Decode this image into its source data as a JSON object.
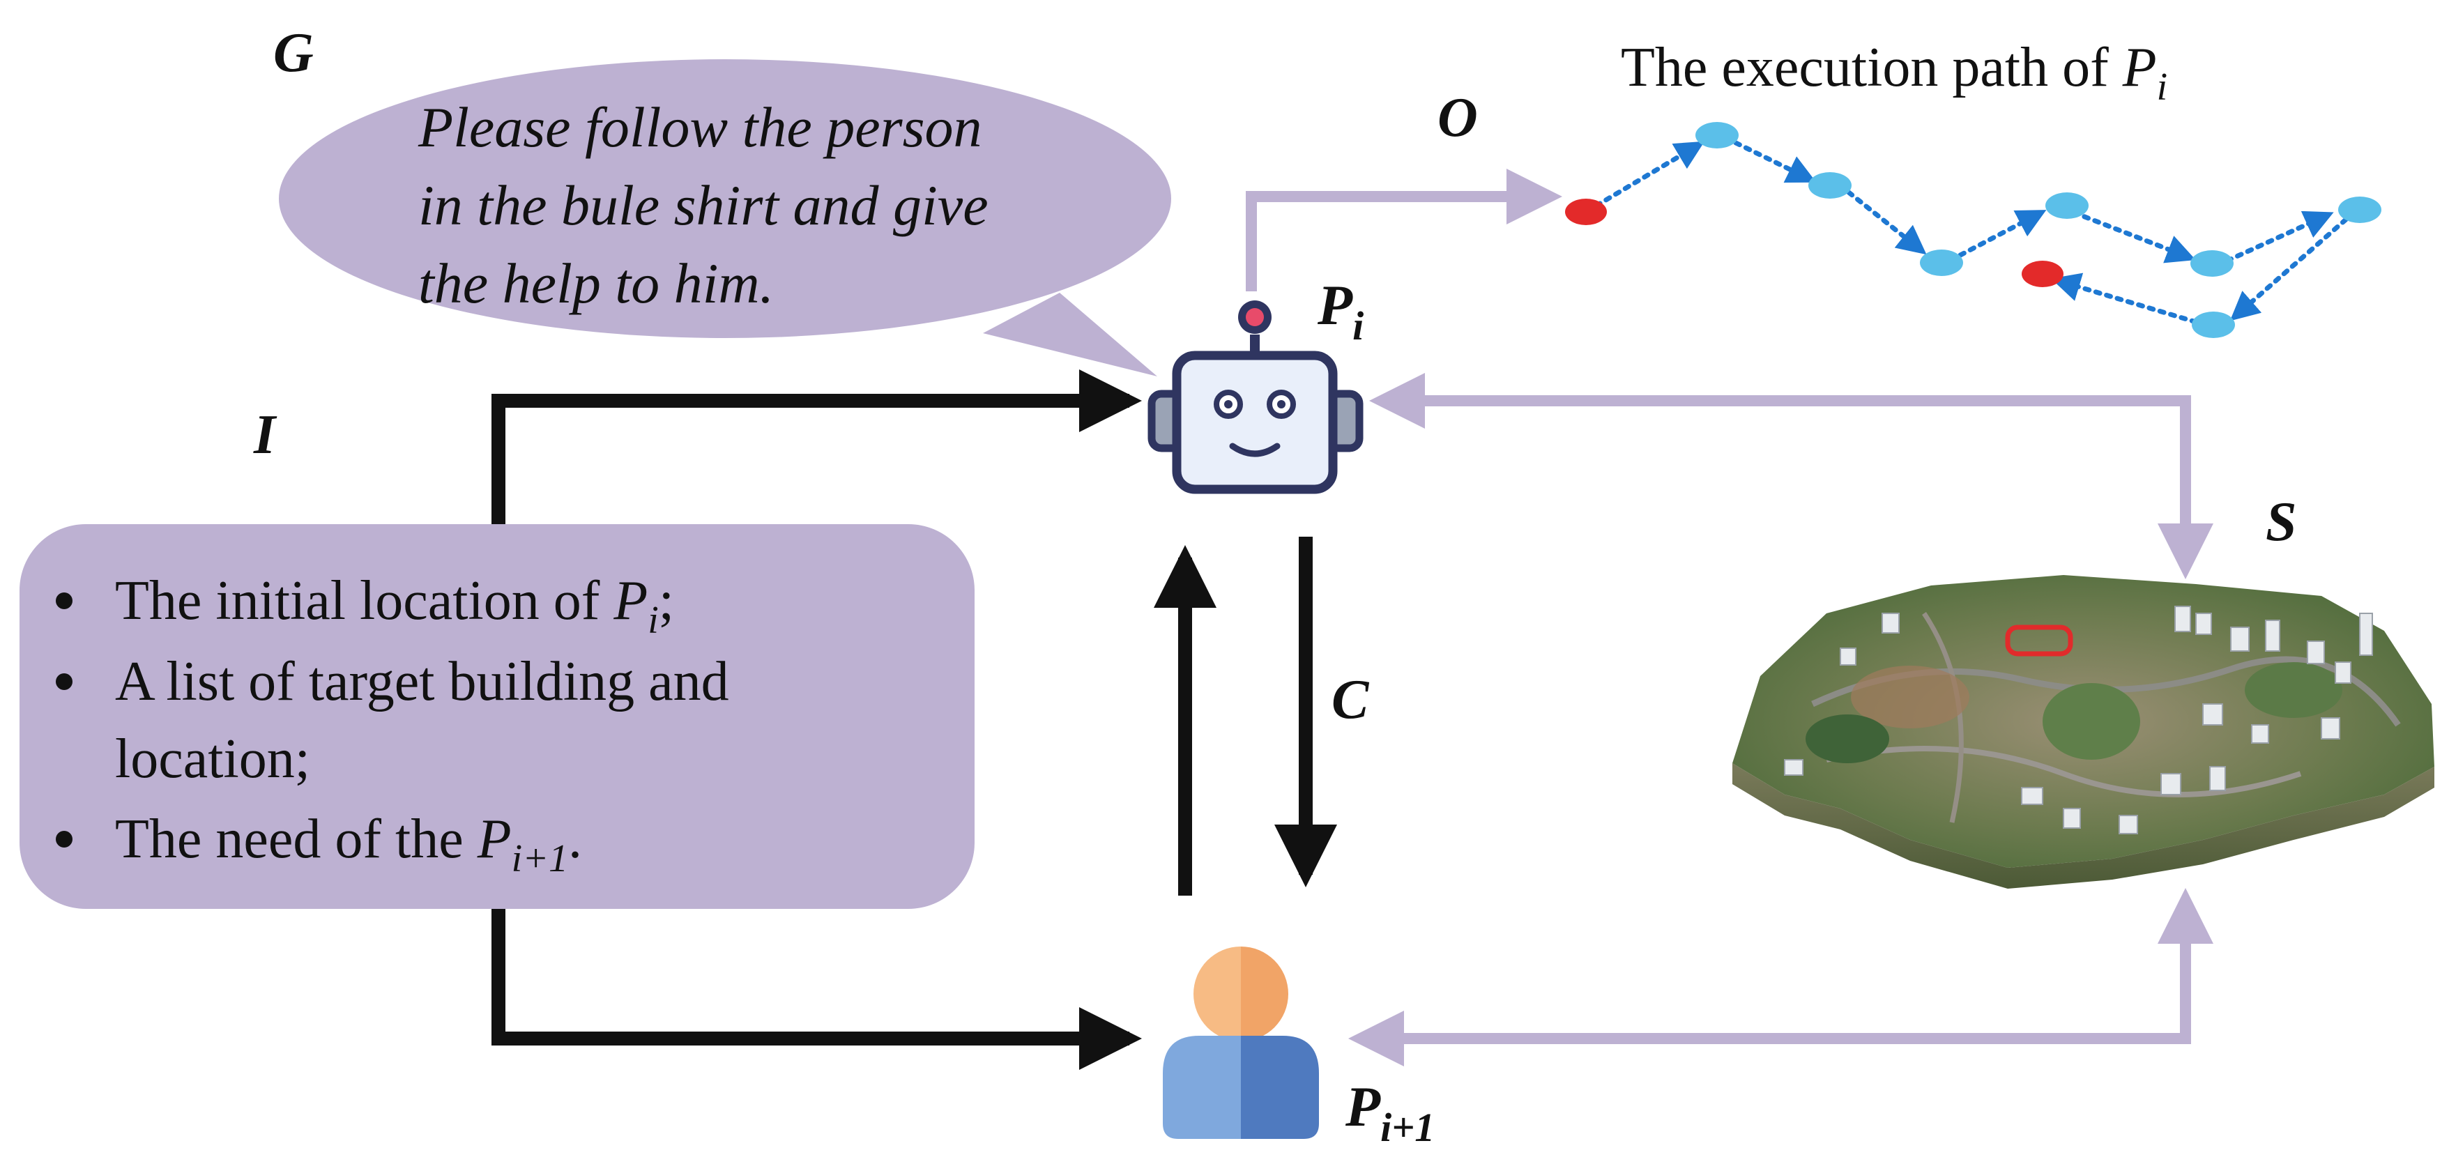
{
  "labels": {
    "g": "G",
    "o": "O",
    "i": "I",
    "c": "C",
    "s": "S",
    "p_main": "P",
    "p_main_sub": "i",
    "p_next": "P",
    "p_next_sub": "i+1"
  },
  "goal_bubble": {
    "lines": [
      "Please follow the person",
      "in the bule shirt and give",
      "the help to him."
    ]
  },
  "execution_path": {
    "title_prefix": "The execution path of ",
    "title_var": "P",
    "title_sub": "i"
  },
  "input_box": {
    "bullet1_prefix": "The initial location of ",
    "bullet1_var": "P",
    "bullet1_sub": "i",
    "bullet1_suffix": ";",
    "bullet2_line1": "A list of target building and",
    "bullet2_line2": "location;",
    "bullet3_prefix": "The need of the ",
    "bullet3_var": "P",
    "bullet3_sub": "i+1",
    "bullet3_suffix": "."
  },
  "icons": {
    "agent": "robot-icon",
    "human": "person-icon",
    "scene": "3d-city-map-icon"
  },
  "colors": {
    "lavender": "#BDB1D2",
    "arrow_black": "#111111",
    "path_blue": "#1E78D2",
    "node_blue": "#5BBFE9",
    "node_red": "#E32A2A"
  }
}
